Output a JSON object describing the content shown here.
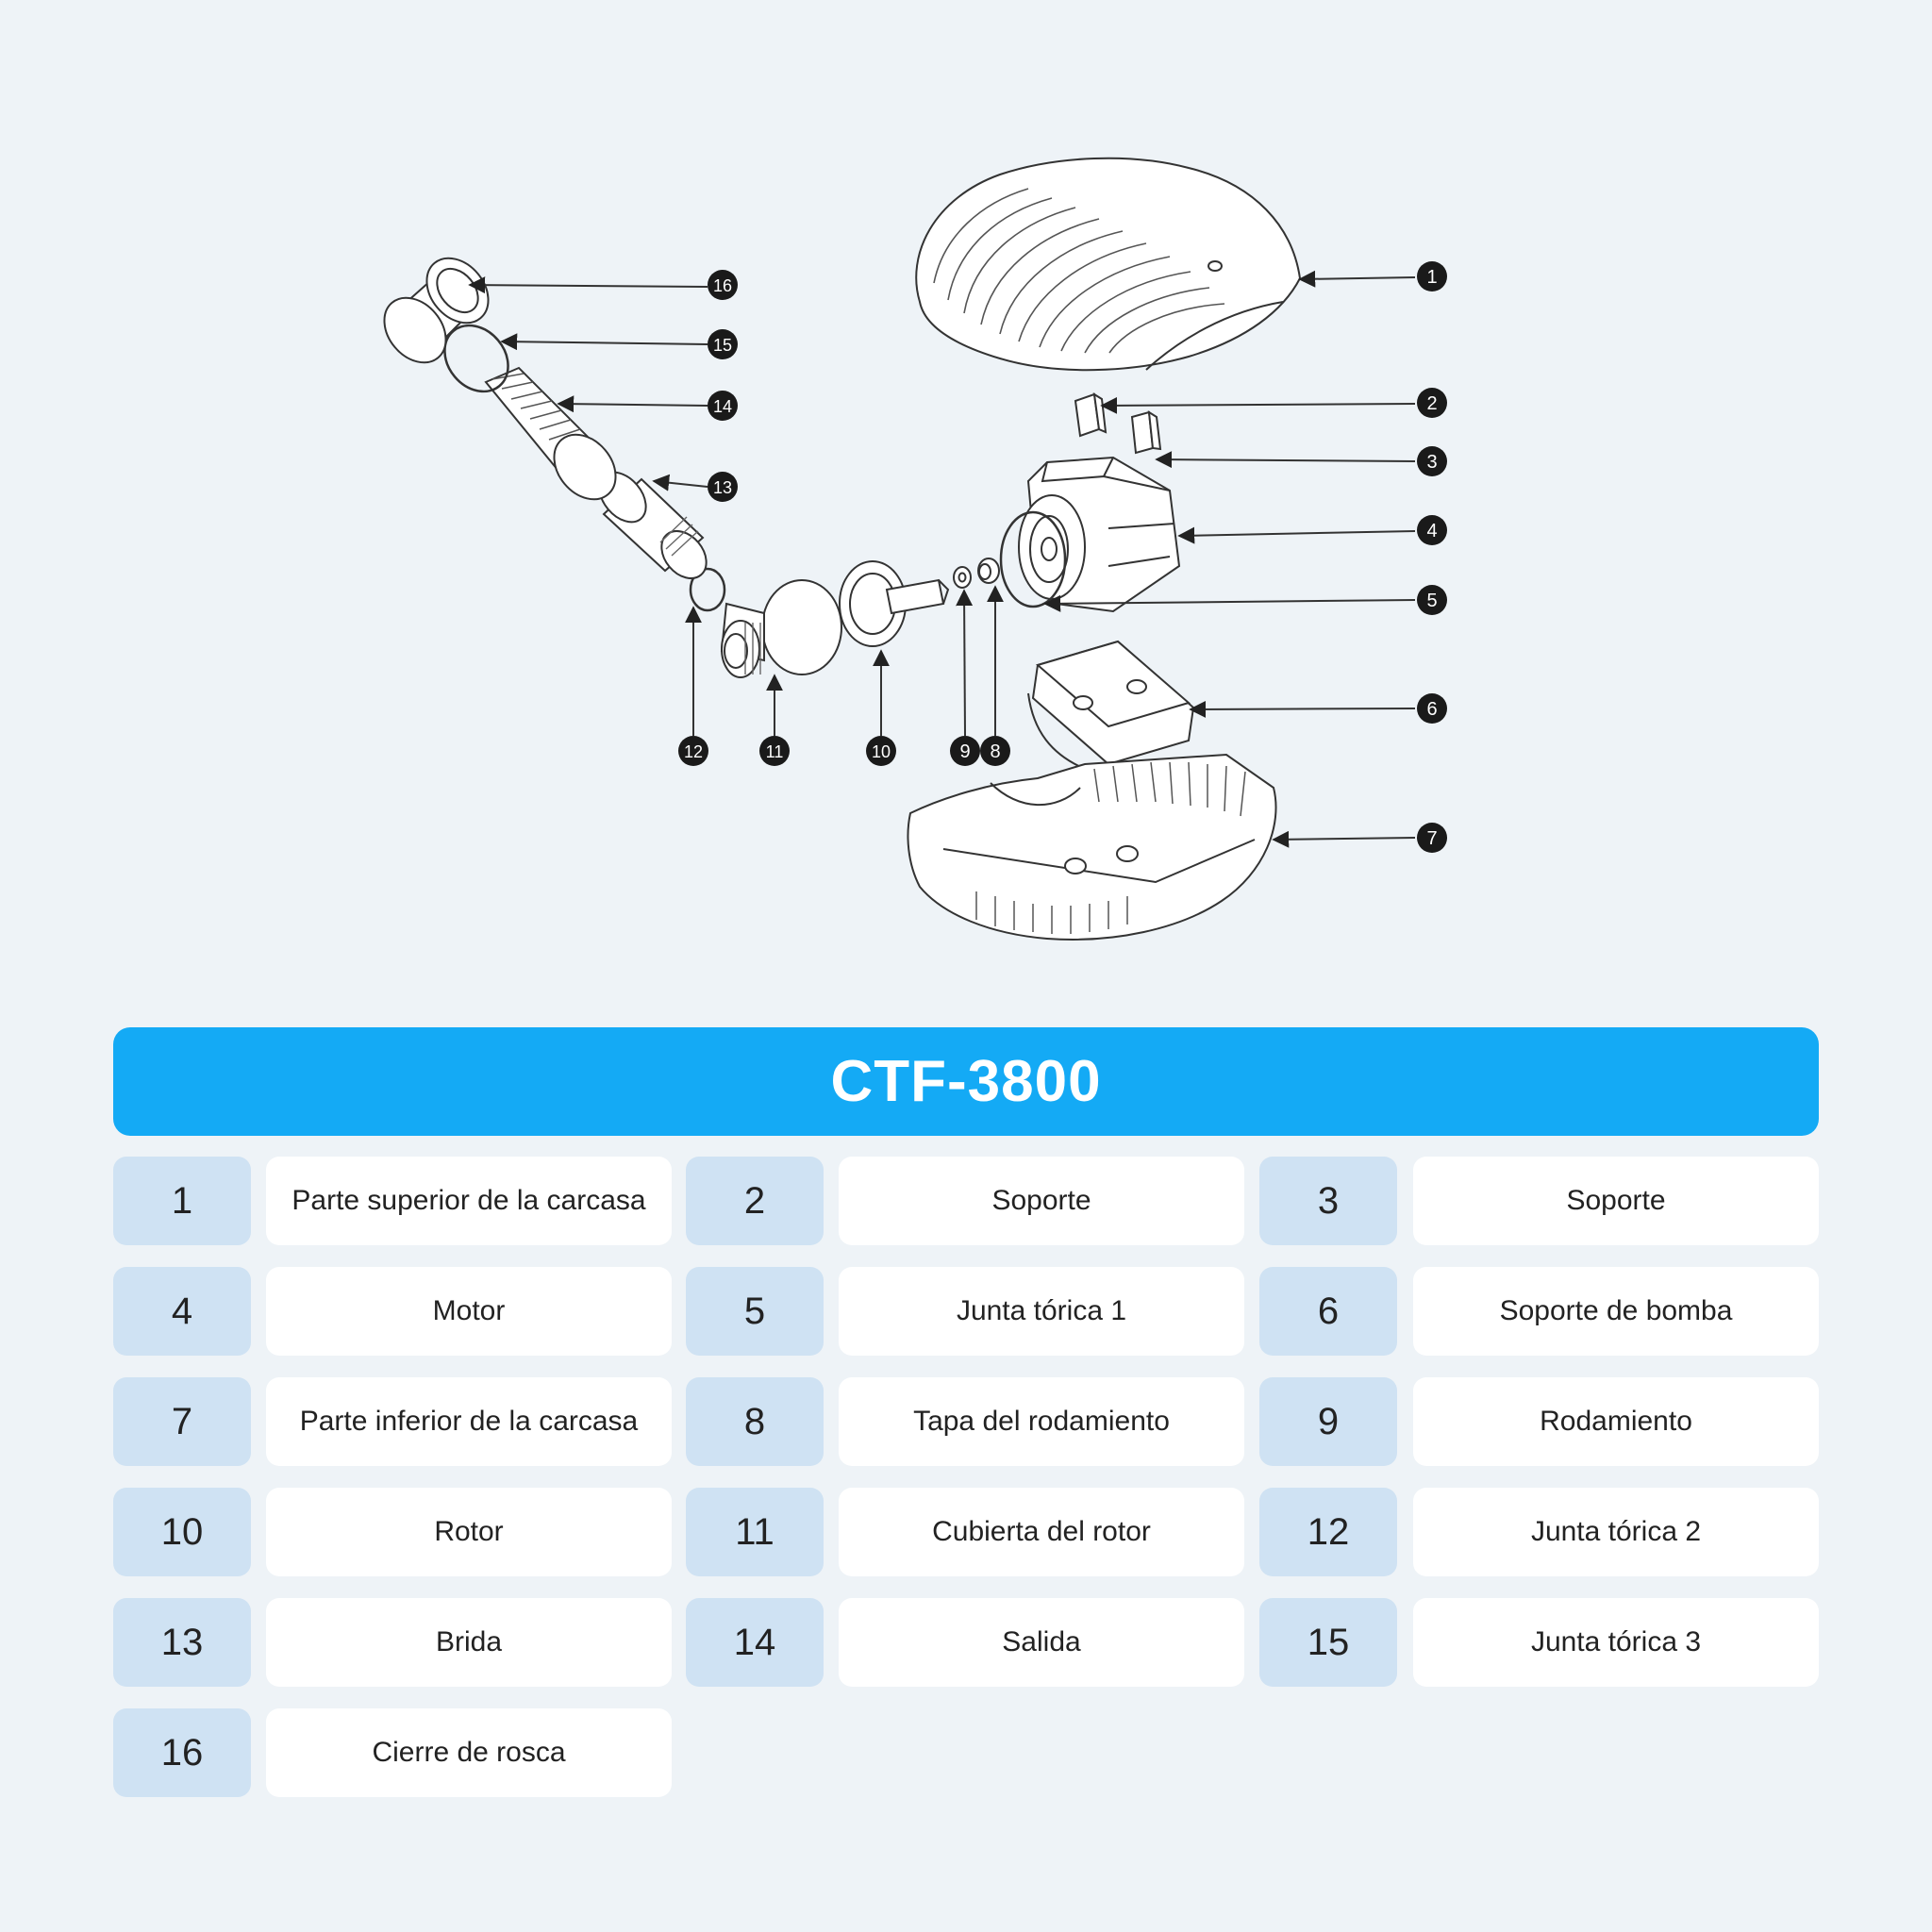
{
  "colors": {
    "background": "#eef3f7",
    "title_bar": "#14aaf5",
    "number_cell": "#cfe2f3",
    "label_cell": "#ffffff",
    "line": "#333333",
    "callout": "#1a1a1a"
  },
  "title": "CTF-3800",
  "parts": [
    {
      "num": "1",
      "label": "Parte superior de la carcasa"
    },
    {
      "num": "2",
      "label": "Soporte"
    },
    {
      "num": "3",
      "label": "Soporte"
    },
    {
      "num": "4",
      "label": "Motor"
    },
    {
      "num": "5",
      "label": "Junta tórica 1"
    },
    {
      "num": "6",
      "label": "Soporte de bomba"
    },
    {
      "num": "7",
      "label": "Parte inferior de la carcasa"
    },
    {
      "num": "8",
      "label": "Tapa del rodamiento"
    },
    {
      "num": "9",
      "label": "Rodamiento"
    },
    {
      "num": "10",
      "label": "Rotor"
    },
    {
      "num": "11",
      "label": "Cubierta del rotor"
    },
    {
      "num": "12",
      "label": "Junta tórica 2"
    },
    {
      "num": "13",
      "label": "Brida"
    },
    {
      "num": "14",
      "label": "Salida"
    },
    {
      "num": "15",
      "label": "Junta tórica 3"
    },
    {
      "num": "16",
      "label": "Cierre de rosca"
    }
  ],
  "callouts": [
    "1",
    "2",
    "3",
    "4",
    "5",
    "6",
    "7",
    "8",
    "9",
    "10",
    "11",
    "12",
    "13",
    "14",
    "15",
    "16"
  ]
}
